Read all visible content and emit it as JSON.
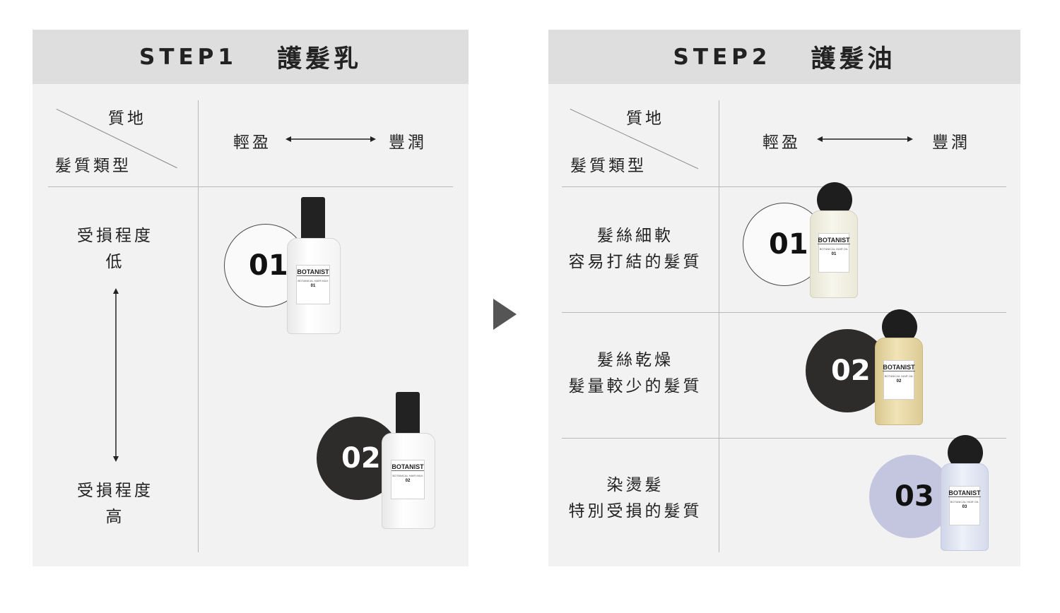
{
  "step1": {
    "header_step": "STEP1",
    "header_name": "護髮乳",
    "corner_top": "質地",
    "corner_bottom": "髮質類型",
    "texture_light": "輕盈",
    "texture_rich": "豐潤",
    "damage_low_line1": "受損程度",
    "damage_low_line2": "低",
    "damage_high_line1": "受損程度",
    "damage_high_line2": "高",
    "products": [
      {
        "number": "01",
        "brand": "BOTANIST",
        "sub": "BOTANICAL HAIR MILK",
        "label_num": "01"
      },
      {
        "number": "02",
        "brand": "BOTANIST",
        "sub": "BOTANICAL HAIR MILK",
        "label_num": "02"
      }
    ]
  },
  "step2": {
    "header_step": "STEP2",
    "header_name": "護髮油",
    "corner_top": "質地",
    "corner_bottom": "髮質類型",
    "texture_light": "輕盈",
    "texture_rich": "豐潤",
    "rows": [
      {
        "line1": "髮絲細軟",
        "line2": "容易打結的髮質"
      },
      {
        "line1": "髮絲乾燥",
        "line2": "髮量較少的髮質"
      },
      {
        "line1": "染燙髮",
        "line2": "特別受損的髮質"
      }
    ],
    "products": [
      {
        "number": "01",
        "brand": "BOTANIST",
        "sub": "BOTANICAL HAIR OIL",
        "label_num": "01"
      },
      {
        "number": "02",
        "brand": "BOTANIST",
        "sub": "BOTANICAL HAIR OIL",
        "label_num": "02"
      },
      {
        "number": "03",
        "brand": "BOTANIST",
        "sub": "BOTANICAL HAIR OIL",
        "label_num": "03"
      }
    ]
  },
  "colors": {
    "dark_circle": "#2e2b2b",
    "lavender_circle": "#c4c6e0",
    "oil_01": "#f1efdf",
    "oil_02": "#e8d9a8",
    "oil_03": "#dfe3f0"
  },
  "icons": {
    "next": "play-triangle-icon",
    "texture_axis": "double-arrow-horizontal-icon",
    "damage_axis": "double-arrow-vertical-icon"
  }
}
